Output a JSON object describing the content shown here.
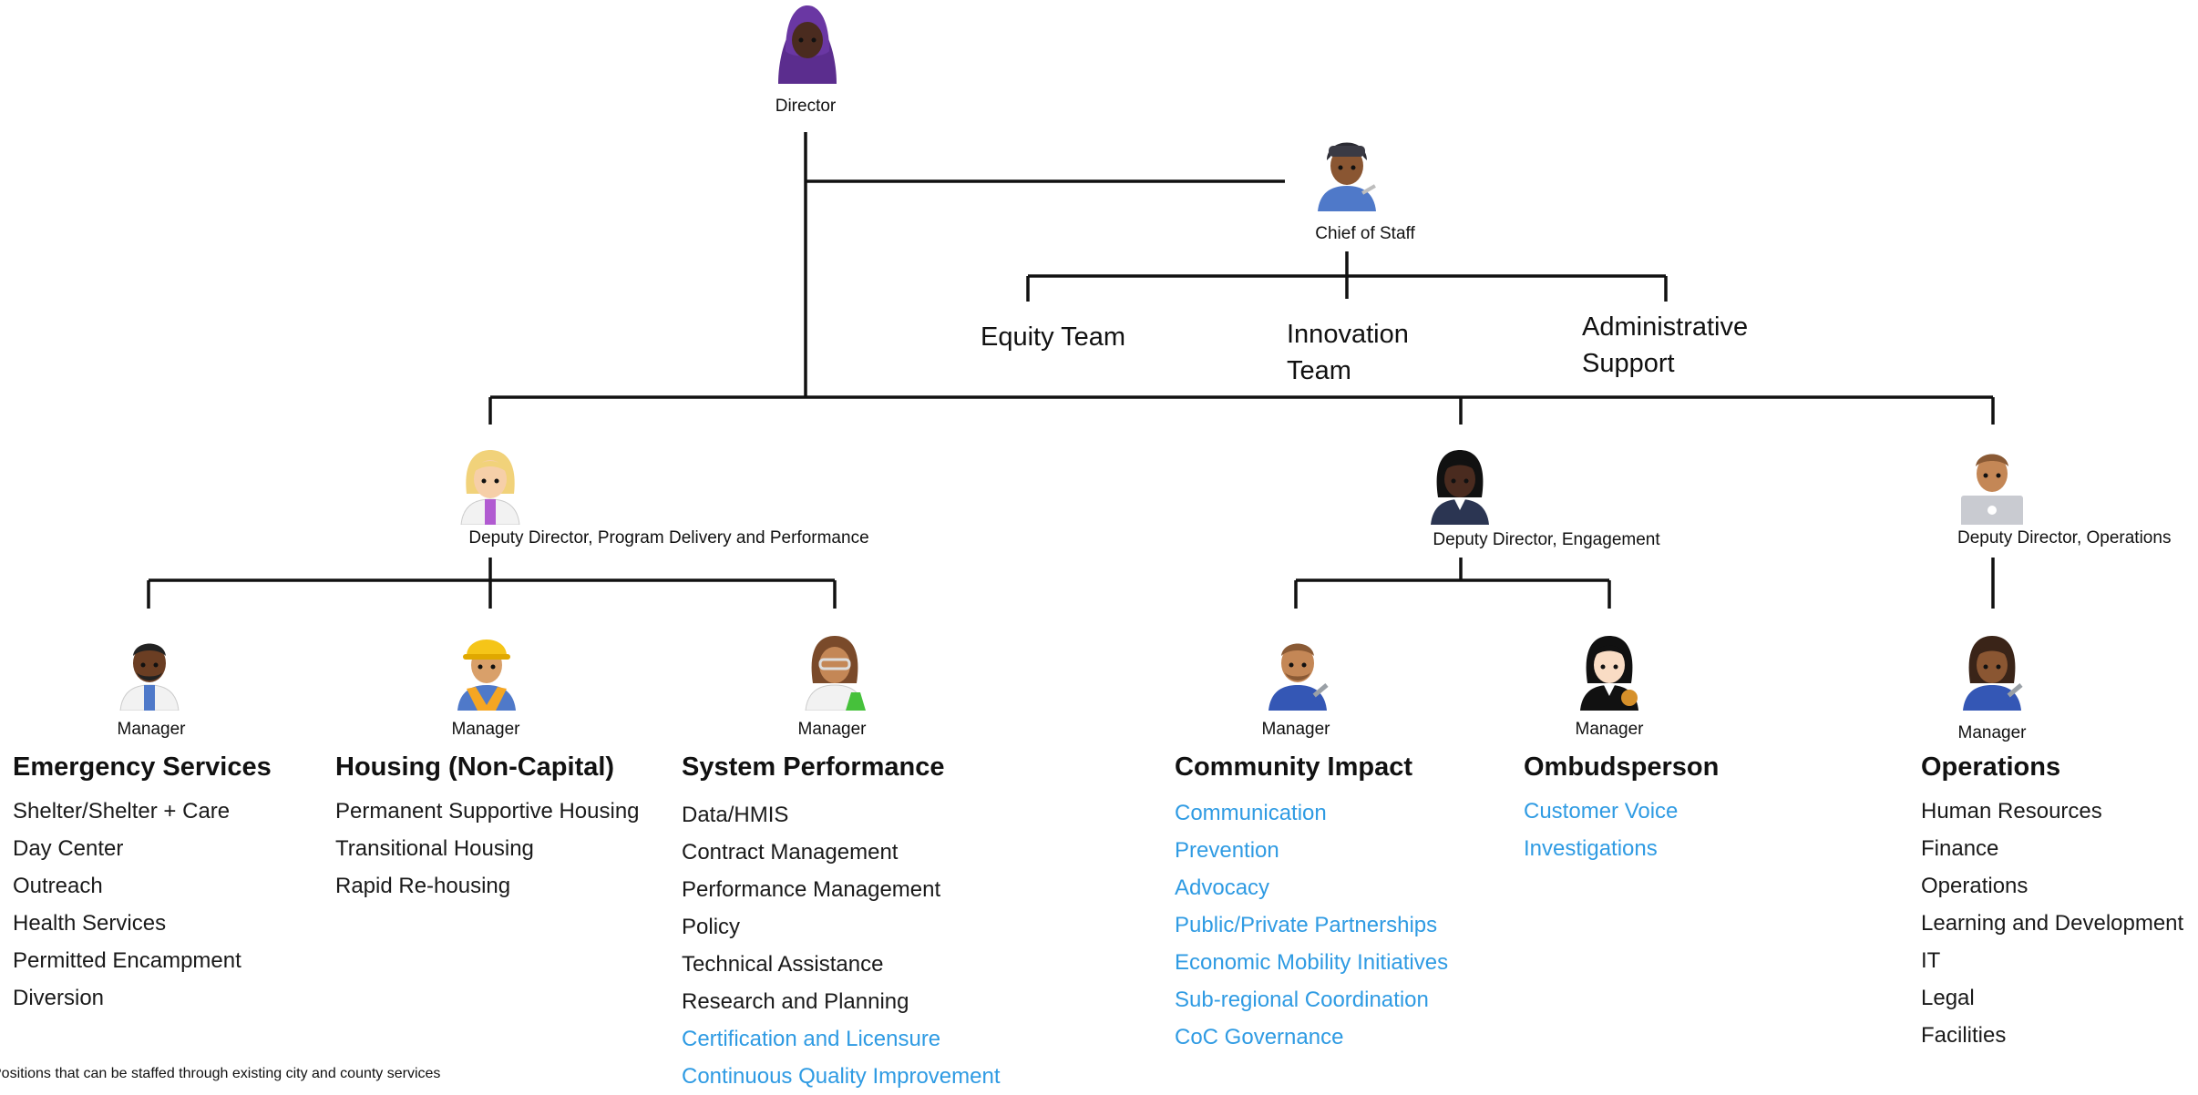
{
  "director": {
    "role": "Director"
  },
  "chief_of_staff": {
    "role": "Chief of Staff"
  },
  "teams": [
    "Equity Team",
    "Innovation Team",
    "Administrative Support"
  ],
  "deputies": {
    "program": "Deputy Director, Program Delivery and Performance",
    "engagement": "Deputy Director, Engagement",
    "operations": "Deputy Director, Operations"
  },
  "manager_label": "Manager",
  "departments": [
    {
      "title": "Emergency Services",
      "items": [
        {
          "text": "Shelter/Shelter + Care",
          "highlight": false
        },
        {
          "text": "Day Center",
          "highlight": false
        },
        {
          "text": "Outreach",
          "highlight": false
        },
        {
          "text": "Health Services",
          "highlight": false
        },
        {
          "text": "Permitted Encampment",
          "highlight": false
        },
        {
          "text": "Diversion",
          "highlight": false
        }
      ]
    },
    {
      "title": "Housing (Non-Capital)",
      "items": [
        {
          "text": "Permanent Supportive Housing",
          "highlight": false
        },
        {
          "text": "Transitional Housing",
          "highlight": false
        },
        {
          "text": "Rapid Re-housing",
          "highlight": false
        }
      ]
    },
    {
      "title": "System Performance",
      "items": [
        {
          "text": "Data/HMIS",
          "highlight": false
        },
        {
          "text": "Contract Management",
          "highlight": false
        },
        {
          "text": "Performance Management",
          "highlight": false
        },
        {
          "text": "Policy",
          "highlight": false
        },
        {
          "text": "Technical Assistance",
          "highlight": false
        },
        {
          "text": "Research and Planning",
          "highlight": false
        },
        {
          "text": "Certification and Licensure",
          "highlight": true
        },
        {
          "text": "Continuous Quality Improvement",
          "highlight": true
        }
      ]
    },
    {
      "title": "Community Impact",
      "items": [
        {
          "text": "Communication",
          "highlight": true
        },
        {
          "text": "Prevention",
          "highlight": true
        },
        {
          "text": "Advocacy",
          "highlight": true
        },
        {
          "text": "Public/Private Partnerships",
          "highlight": true
        },
        {
          "text": "Economic Mobility Initiatives",
          "highlight": true
        },
        {
          "text": "Sub-regional Coordination",
          "highlight": true
        },
        {
          "text": "CoC Governance",
          "highlight": true
        }
      ]
    },
    {
      "title": "Ombudsperson",
      "items": [
        {
          "text": "Customer Voice",
          "highlight": true
        },
        {
          "text": "Investigations",
          "highlight": true
        }
      ]
    },
    {
      "title": "Operations",
      "items": [
        {
          "text": "Human Resources",
          "highlight": false
        },
        {
          "text": "Finance",
          "highlight": false
        },
        {
          "text": "Operations",
          "highlight": false
        },
        {
          "text": "Learning and Development",
          "highlight": false
        },
        {
          "text": "IT",
          "highlight": false
        },
        {
          "text": "Legal",
          "highlight": false
        },
        {
          "text": "Facilities",
          "highlight": false
        }
      ]
    }
  ],
  "footnote": "Positions that can be staffed through existing city and county services",
  "colors": {
    "highlight": "#2f9be3",
    "line": "#111111"
  }
}
